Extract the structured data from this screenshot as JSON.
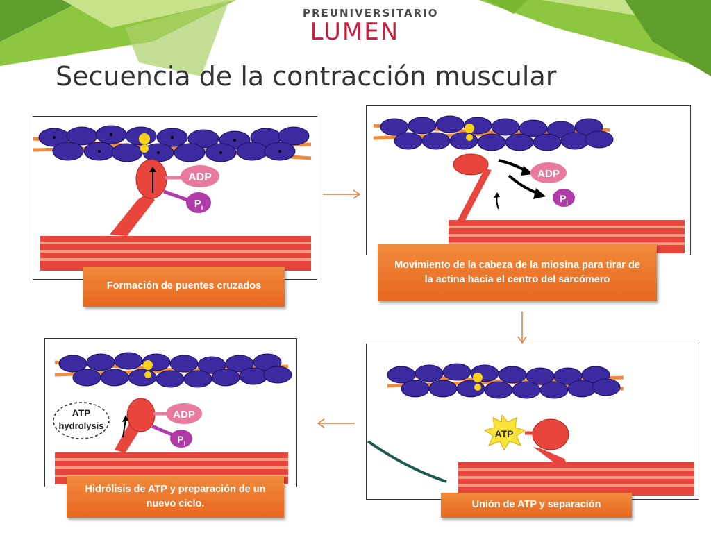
{
  "header": {
    "logo_top": "PREUNIVERSITARIO",
    "logo_main": "LUMEN",
    "title": "Secuencia de la contracción muscular"
  },
  "panels": [
    {
      "caption": "Formación de puentes cruzados",
      "labels": [
        "ADP",
        "P"
      ]
    },
    {
      "caption": "Movimiento de la cabeza de la miosina para tirar de la actina hacia el centro del sarcómero",
      "labels": [
        "ADP",
        "P"
      ]
    },
    {
      "caption": "Unión de ATP y separación",
      "labels": [
        "ATP"
      ]
    },
    {
      "caption": "Hidrólisis de ATP y preparación de un nuevo ciclo.",
      "labels": [
        "ADP",
        "P",
        "ATP",
        "hydrolysis"
      ]
    }
  ],
  "colors": {
    "accent_green": "#7cb82f",
    "caption_orange": "#e8671e",
    "actin_blue": "#3b2aa0",
    "myosin_red": "#e8463c",
    "adp_pink": "#e87aa0",
    "pi_purple": "#b03aa8",
    "atp_yellow": "#f7e23a",
    "arrow_orange": "#e07a3a"
  },
  "icons": [
    "arrow-right-icon",
    "arrow-down-icon",
    "arrow-left-icon"
  ]
}
